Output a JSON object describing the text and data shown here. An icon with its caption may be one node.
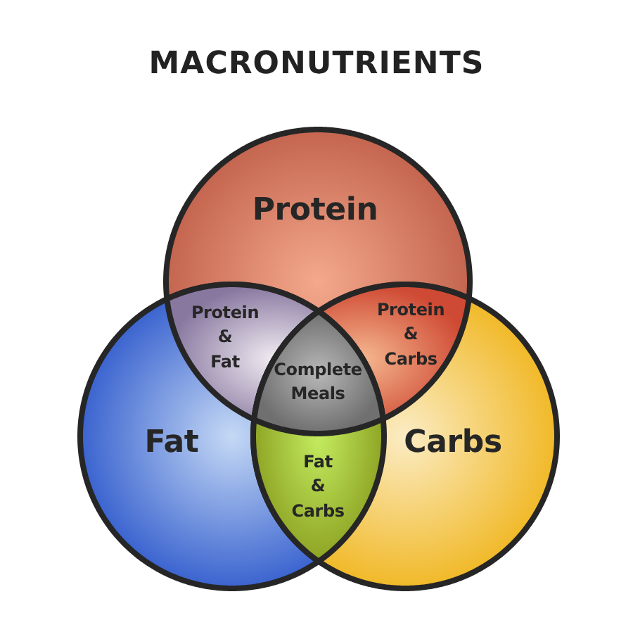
{
  "diagram": {
    "title": "MACRONUTRIENTS",
    "nodes": [
      {
        "text": [
          "Protein"
        ]
      },
      {
        "text": [
          "Protein & Fat"
        ]
      },
      {
        "text": [
          "Protein & Carbs"
        ]
      },
      {
        "text": [
          "Complete Meals"
        ]
      },
      {
        "text": [
          "Fat"
        ]
      },
      {
        "text": [
          "Fat & Carbs"
        ]
      },
      {
        "text": [
          "Carbs"
        ]
      }
    ]
  }
}
